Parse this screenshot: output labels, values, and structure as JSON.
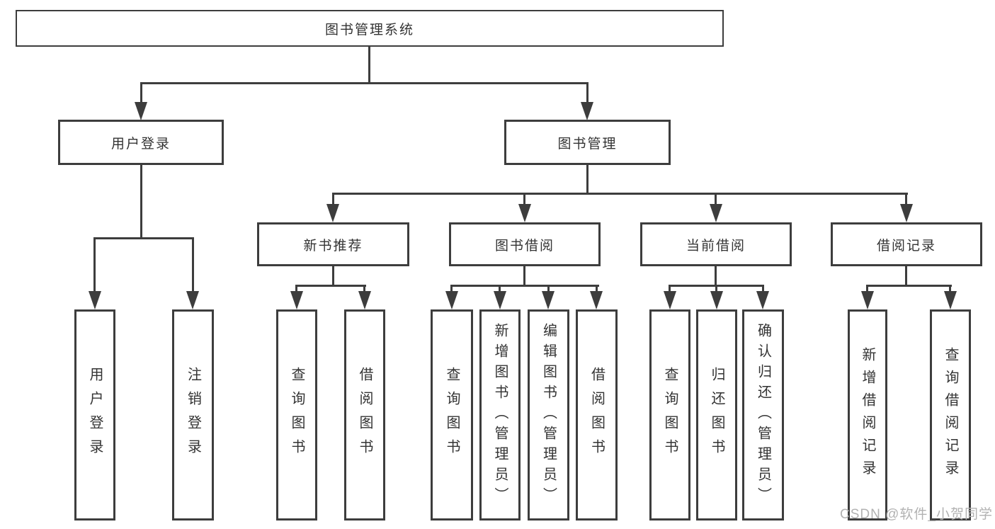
{
  "colors": {
    "line": "#3d3d3d",
    "text": "#333333",
    "background": "#ffffff",
    "watermark": "#b2b2b2"
  },
  "diagram": {
    "title": "图书管理系统",
    "branches": {
      "user_login": {
        "label": "用户登录",
        "children": [
          "用户登录",
          "注销登录"
        ]
      },
      "book_mgmt": {
        "label": "图书管理",
        "children": [
          {
            "label": "新书推荐",
            "children": [
              "查询图书",
              "借阅图书"
            ]
          },
          {
            "label": "图书借阅",
            "children": [
              "查询图书",
              "新增图书（管理员）",
              "编辑图书（管理员）",
              "借阅图书"
            ]
          },
          {
            "label": "当前借阅",
            "children": [
              "查询图书",
              "归还图书",
              "确认归还（管理员）"
            ]
          },
          {
            "label": "借阅记录",
            "children": [
              "新增借阅记录",
              "查询借阅记录"
            ]
          }
        ]
      }
    }
  },
  "watermark": {
    "text": "CSDN @软件_小贺同学"
  }
}
